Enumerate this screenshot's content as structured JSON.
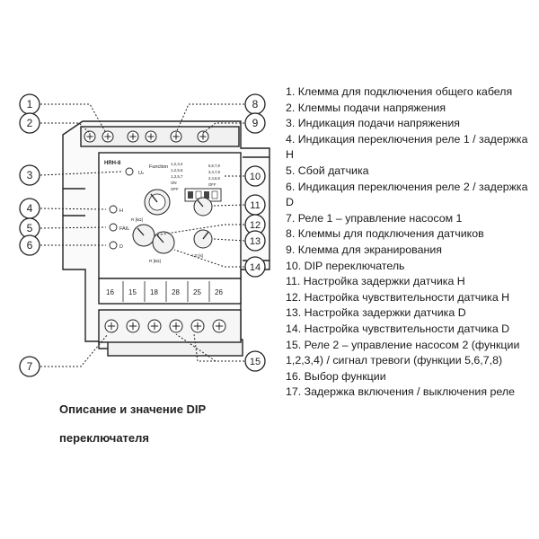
{
  "diagram": {
    "device": {
      "model": "HRH-8",
      "un_label": "Uₙ",
      "function_label": "Function",
      "func_lines": [
        "1,2,3,4",
        "1,2,5,6",
        "1,3,5,7",
        "ON",
        "OFF"
      ],
      "dip_lines": [
        "5,6,7,8",
        "3,4,7,8",
        "2,4,6,8",
        "OFF"
      ],
      "h_label": "H",
      "fail_label": "FAIL",
      "d_label": "D",
      "sens_h_label": "R [kΩ]",
      "sens_d_label": "R [kΩ]",
      "delay_d_label": "t D [s]",
      "top_terminals": [
        "",
        "",
        "",
        "",
        "",
        ""
      ],
      "bottom_terminals": [
        "16",
        "15",
        "18",
        "28",
        "25",
        "26"
      ]
    },
    "callouts_left": [
      "1",
      "2",
      "3",
      "4",
      "5",
      "6",
      "7"
    ],
    "callouts_right": [
      "8",
      "9",
      "10",
      "11",
      "12",
      "13",
      "14",
      "15"
    ]
  },
  "legend": {
    "items": [
      "1. Клемма для подключения общего кабеля",
      "2. Клеммы подачи напряжения",
      "3. Индикация подачи напряжения",
      "4. Индикация переключения реле 1 / задержка H",
      "5. Сбой датчика",
      "6. Индикация переключения реле 2 / задержка D",
      "7. Реле 1 – управление насосом 1",
      "8. Клеммы для подключения датчиков",
      "9. Клемма для экранирования",
      "10. DIP переключатель",
      "11. Настройка задержки датчика H",
      "12. Настройка чувствительности датчика H",
      "13. Настройка задержки датчика D",
      "14. Настройка чувствительности датчика D",
      "15. Реле 2 – управление насосом 2 (функции 1,2,3,4) / сигнал тревоги (функции 5,6,7,8)",
      "16. Выбор функции",
      "17. Задержка включения / выключения реле"
    ]
  },
  "caption": {
    "line1": "Описание и значение DIP",
    "line2": "переключателя"
  }
}
